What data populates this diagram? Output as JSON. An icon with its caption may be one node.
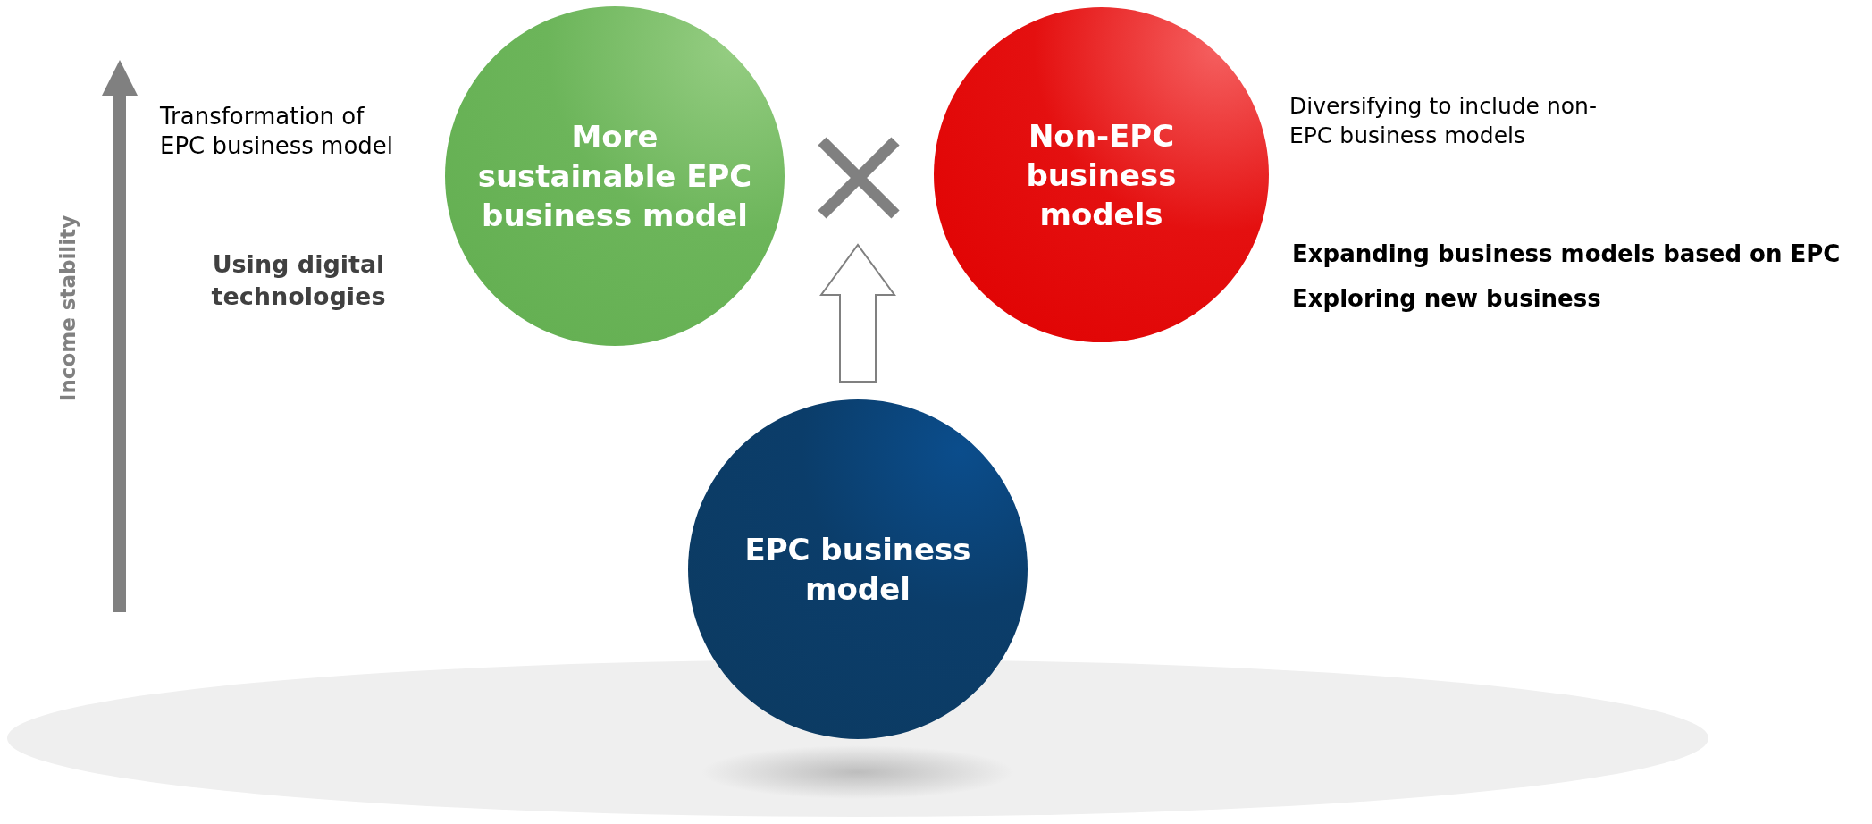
{
  "diagram": {
    "nodes": [
      {
        "text": [
          "More sustainable EPC business model"
        ],
        "beside": [
          "Transformation of EPC business model",
          "Using digital technologies"
        ]
      },
      {
        "text": [
          "Non-EPC business models"
        ],
        "beside": [
          "Diversifying to include non-EPC business models",
          "Expanding business models based on EPC",
          "Exploring new business"
        ]
      },
      {
        "text": [
          "EPC business model"
        ]
      },
      {
        "text": [],
        "shape": "cross"
      }
    ],
    "edges": [
      {
        "from": 2,
        "to": 3,
        "arrow": "to"
      }
    ],
    "labels": [
      "Income stability"
    ]
  }
}
